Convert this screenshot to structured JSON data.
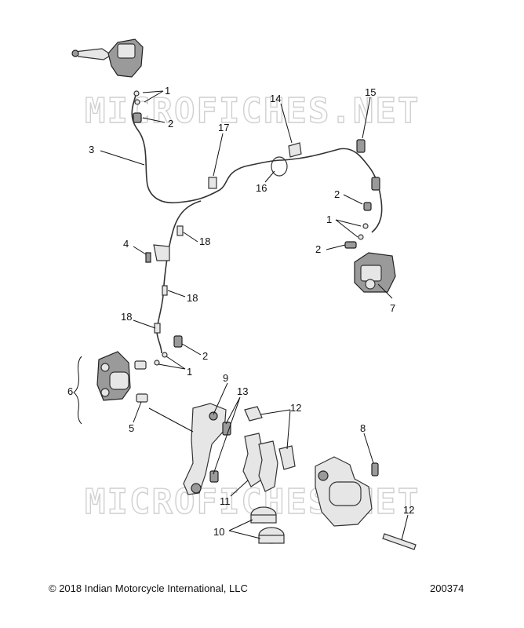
{
  "watermark": "MICROFICHES.NET",
  "callouts": [
    {
      "id": "c1a",
      "label": "1"
    },
    {
      "id": "c2a",
      "label": "2"
    },
    {
      "id": "c3",
      "label": "3"
    },
    {
      "id": "c14",
      "label": "14"
    },
    {
      "id": "c15",
      "label": "15"
    },
    {
      "id": "c17",
      "label": "17"
    },
    {
      "id": "c16",
      "label": "16"
    },
    {
      "id": "c2b",
      "label": "2"
    },
    {
      "id": "c1b",
      "label": "1"
    },
    {
      "id": "c2c",
      "label": "2"
    },
    {
      "id": "c7",
      "label": "7"
    },
    {
      "id": "c4",
      "label": "4"
    },
    {
      "id": "c18a",
      "label": "18"
    },
    {
      "id": "c18b",
      "label": "18"
    },
    {
      "id": "c18c",
      "label": "18"
    },
    {
      "id": "c2d",
      "label": "2"
    },
    {
      "id": "c1c",
      "label": "1"
    },
    {
      "id": "c6",
      "label": "6"
    },
    {
      "id": "c5",
      "label": "5"
    },
    {
      "id": "c9",
      "label": "9"
    },
    {
      "id": "c13",
      "label": "13"
    },
    {
      "id": "c12a",
      "label": "12"
    },
    {
      "id": "c8",
      "label": "8"
    },
    {
      "id": "c11",
      "label": "11"
    },
    {
      "id": "c10",
      "label": "10"
    },
    {
      "id": "c12b",
      "label": "12"
    }
  ],
  "footer": {
    "copyright": "© 2018 Indian Motorcycle International, LLC",
    "diagram_id": "200374"
  }
}
